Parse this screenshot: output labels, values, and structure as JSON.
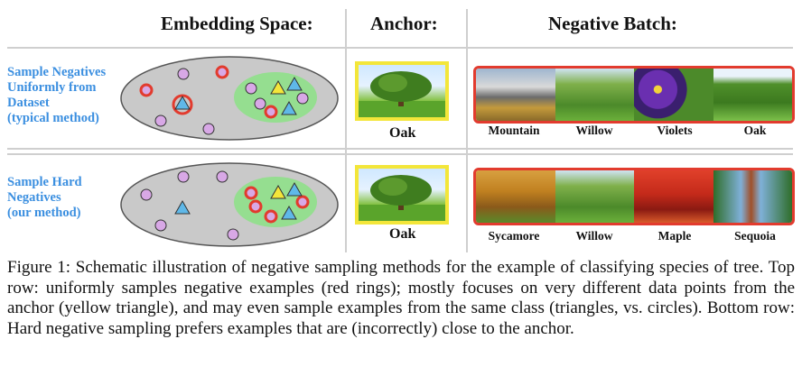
{
  "headers": {
    "embedding": "Embedding Space:",
    "anchor": "Anchor:",
    "negative": "Negative Batch:"
  },
  "rows": [
    {
      "label_lines": [
        "Sample Negatives",
        "Uniformly from",
        "Dataset",
        "(typical method)"
      ],
      "anchor_label": "Oak",
      "batch_labels": [
        "Mountain",
        "Willow",
        "Violets",
        "Oak"
      ]
    },
    {
      "label_lines": [
        "Sample Hard",
        "Negatives",
        "(our method)"
      ],
      "anchor_label": "Oak",
      "batch_labels": [
        "Sycamore",
        "Willow",
        "Maple",
        "Sequoia"
      ]
    }
  ],
  "caption": "Figure 1: Schematic illustration of negative sampling methods for the example of classifying species of tree. Top row: uniformly samples negative examples (red rings); mostly focuses on very different data points from the anchor (yellow triangle), and may even sample examples from the same class (triangles, vs. circles). Bottom row: Hard negative sampling prefers examples that are (incorrectly) close to the anchor.",
  "colors": {
    "label_blue": "#3b8fe0",
    "ring_red": "#e23b2e",
    "anchor_yellow": "#f3e63a",
    "point_purple": "#d8a8e6",
    "triangle_blue": "#5fb8e8",
    "cluster_green": "#8fe08a",
    "ellipse_gray": "#c9c9c9"
  }
}
